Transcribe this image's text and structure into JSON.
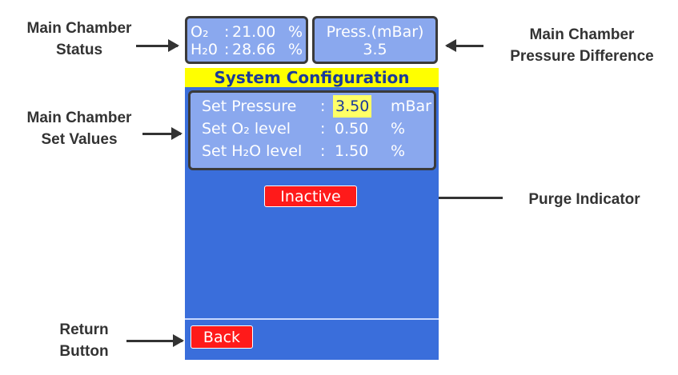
{
  "annotations": {
    "main_chamber_status": "Main Chamber\nStatus",
    "pressure_difference": "Main Chamber\nPressure Difference",
    "set_values": "Main Chamber\nSet Values",
    "purge_indicator": "Purge Indicator",
    "return_button": "Return\nButton"
  },
  "status": {
    "o2_label": "O₂",
    "o2_sep": ":",
    "o2_value": "21.00",
    "o2_unit": "%",
    "h2o_label": "H₂0",
    "h2o_sep": ":",
    "h2o_value": "28.66",
    "h2o_unit": "%"
  },
  "pressure": {
    "label": "Press.(mBar)",
    "value": "3.5"
  },
  "title": "System Configuration",
  "set_values": [
    {
      "label": "Set Pressure",
      "sep": ":",
      "value": "3.50",
      "unit": "mBar"
    },
    {
      "label": "Set O₂ level",
      "sep": ":",
      "value": "0.50",
      "unit": "%"
    },
    {
      "label": "Set H₂O level",
      "sep": ":",
      "value": "1.50",
      "unit": "%"
    }
  ],
  "purge": {
    "label": "Inactive"
  },
  "back": {
    "label": "Back"
  },
  "colors": {
    "panel": "#3a6edb",
    "box": "#8aa8ee",
    "title_bg": "#ffff00",
    "title_text": "#1a3a9a",
    "button_red": "#ff1a1a",
    "highlight": "#ffff66"
  }
}
